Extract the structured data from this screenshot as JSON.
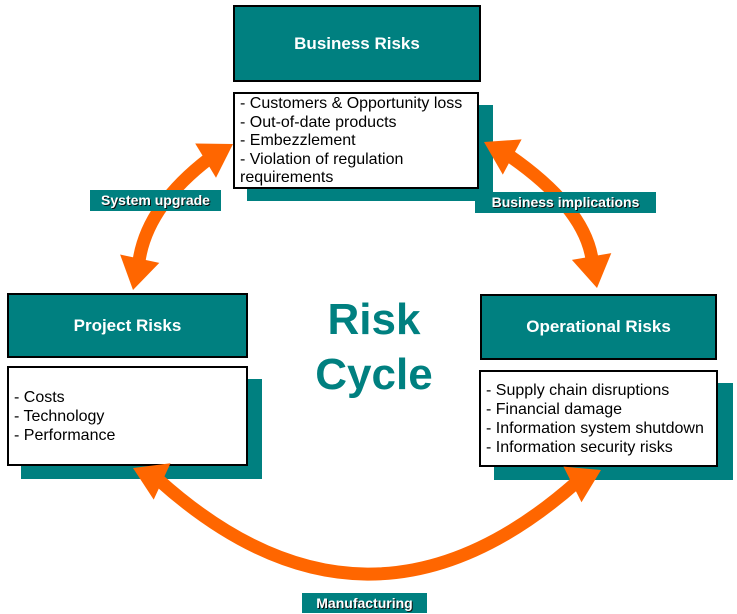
{
  "colors": {
    "teal": "#008080",
    "orange": "#FF6600"
  },
  "title": {
    "line1": "Risk",
    "line2": "Cycle"
  },
  "boxes": {
    "business": {
      "title": "Business Risks",
      "items": [
        "- Customers & Opportunity loss",
        "- Out-of-date products",
        "- Embezzlement",
        "- Violation of regulation requirements"
      ]
    },
    "project": {
      "title": "Project Risks",
      "items": [
        "- Costs",
        "- Technology",
        "- Performance"
      ]
    },
    "operational": {
      "title": "Operational Risks",
      "items": [
        "- Supply chain disruptions",
        "- Financial damage",
        "- Information system shutdown",
        "- Information security risks"
      ]
    }
  },
  "labels": {
    "system_upgrade": "System upgrade",
    "business_implications": "Business implications",
    "manufacturing": "Manufacturing"
  }
}
